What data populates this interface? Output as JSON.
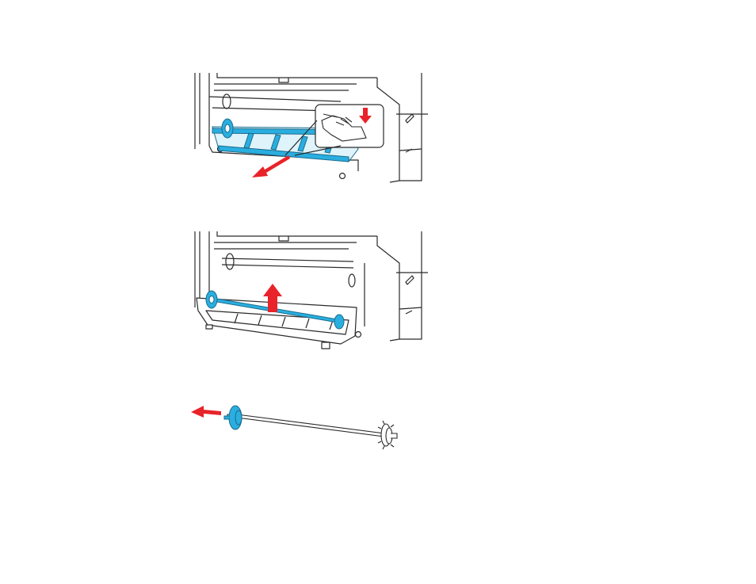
{
  "document": {
    "figures": [
      {
        "id": "step-1",
        "icon": "printer-roll-holder-pull-out"
      },
      {
        "id": "step-2",
        "icon": "printer-spindle-lift-out"
      },
      {
        "id": "step-3",
        "icon": "spindle-flange-remove"
      }
    ],
    "colors": {
      "highlight": "#2aaee0",
      "arrow": "#e8232a",
      "line": "#2a2a2a"
    }
  }
}
